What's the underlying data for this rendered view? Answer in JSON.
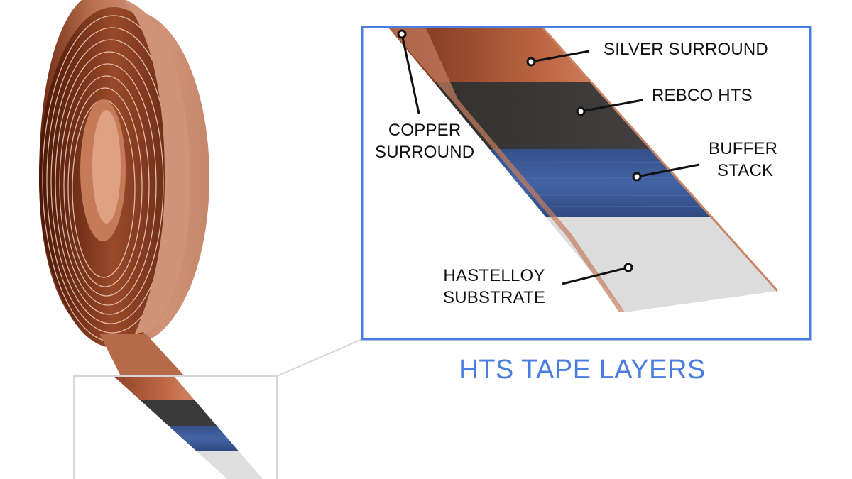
{
  "title": "HTS TAPE LAYERS",
  "layers": [
    {
      "name": "SILVER SURROUND",
      "color": "#e8e8e8"
    },
    {
      "name": "REBCO HTS",
      "color": "#3e3e3e"
    },
    {
      "name": "BUFFER STACK",
      "color": "#3e5a96"
    },
    {
      "name": "HASTELLOY SUBSTRATE",
      "color": "#dcdcdc"
    },
    {
      "name": "COPPER SURROUND",
      "color": "#b8704e"
    }
  ],
  "labels": {
    "silver": "SILVER SURROUND",
    "rebco": "REBCO HTS",
    "buffer_1": "BUFFER",
    "buffer_2": "STACK",
    "hastelloy_1": "HASTELLOY",
    "hastelloy_2": "SUBSTRATE",
    "copper_1": "COPPER",
    "copper_2": "SURROUND"
  },
  "colors": {
    "accent": "#4a7de0",
    "callout_box": "#4a7de0",
    "zoom_box": "#d6d6d6",
    "copper": "#c98566"
  }
}
